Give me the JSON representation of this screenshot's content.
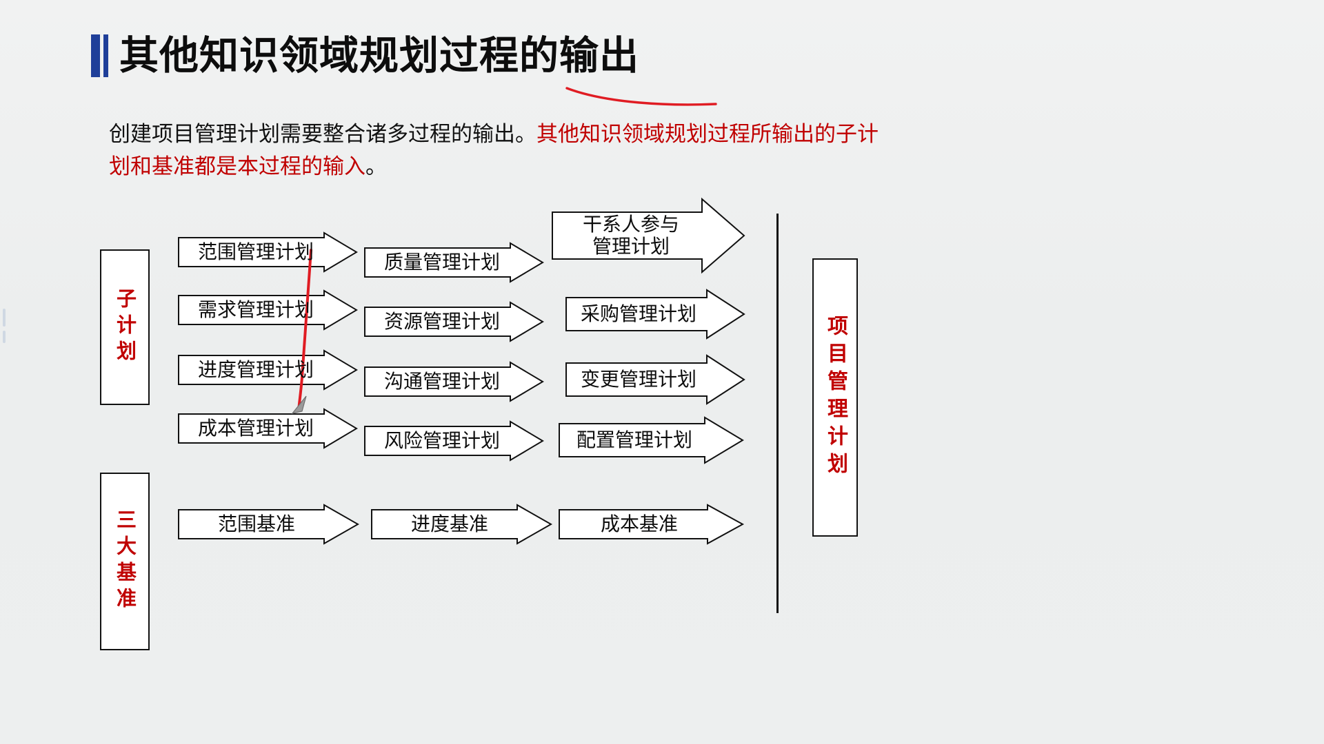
{
  "slide": {
    "background_color": "#eef0f0",
    "accent_blue": "#1f3f99",
    "accent_red": "#c00000",
    "title": "其他知识领域规划过程的输出",
    "paragraph": {
      "black_part": "创建项目管理计划需要整合诸多过程的输出。",
      "red_part": "其他知识领域规划过程所输出的子计划和基准都是本过程的输入",
      "tail_black": "。"
    }
  },
  "diagram": {
    "left_labels": [
      {
        "name": "subplans",
        "text": "子计划"
      },
      {
        "name": "three-baselines",
        "text": "三大基准"
      }
    ],
    "output_label": {
      "name": "project-management-plan",
      "text": "项目管理计划"
    },
    "columns": [
      {
        "name": "column-1",
        "items": [
          {
            "text": "范围管理计划"
          },
          {
            "text": "需求管理计划"
          },
          {
            "text": "进度管理计划"
          },
          {
            "text": "成本管理计划"
          }
        ]
      },
      {
        "name": "column-2",
        "items": [
          {
            "text": "质量管理计划"
          },
          {
            "text": "资源管理计划"
          },
          {
            "text": "沟通管理计划"
          },
          {
            "text": "风险管理计划"
          }
        ]
      },
      {
        "name": "column-3",
        "items": [
          {
            "text": "干系人参与\n管理计划"
          },
          {
            "text": "采购管理计划"
          },
          {
            "text": "变更管理计划"
          },
          {
            "text": "配置管理计划"
          }
        ]
      }
    ],
    "baselines": [
      {
        "text": "范围基准"
      },
      {
        "text": "进度基准"
      },
      {
        "text": "成本基准"
      }
    ]
  },
  "annotations": {
    "title_underline": "red-curved-underline",
    "pen_stroke": "red-vertical-pen-stroke"
  }
}
